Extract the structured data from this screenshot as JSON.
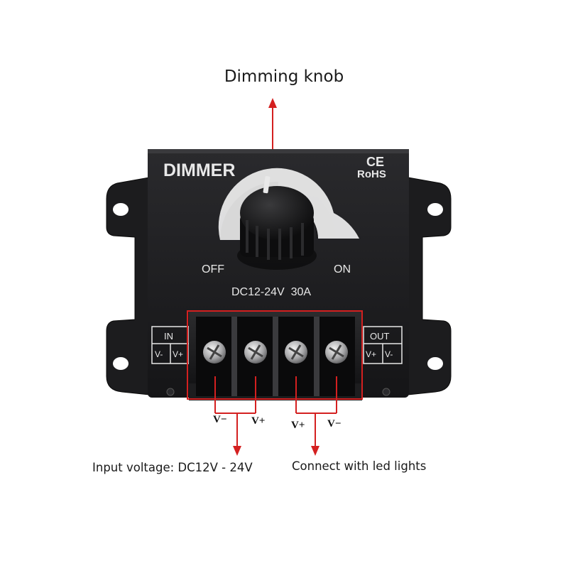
{
  "callouts": {
    "top": "Dimming knob",
    "input": "Input voltage: DC12V - 24V",
    "output": "Connect with led lights"
  },
  "device": {
    "brand_label": "DIMMER",
    "ce_mark": "CE",
    "rohs_mark": "RoHS",
    "off_label": "OFF",
    "on_label": "ON",
    "rating": "DC12-24V  30A",
    "in_box": {
      "title": "IN",
      "left": "V-",
      "right": "V+"
    },
    "out_box": {
      "title": "OUT",
      "left": "V+",
      "right": "V-"
    }
  },
  "terminal_labels": [
    "V−",
    "V+",
    "V+",
    "V−"
  ],
  "colors": {
    "device_body": "#1b1b1d",
    "callout_red": "#d42020",
    "knob_arc": "#e9e9e9"
  }
}
